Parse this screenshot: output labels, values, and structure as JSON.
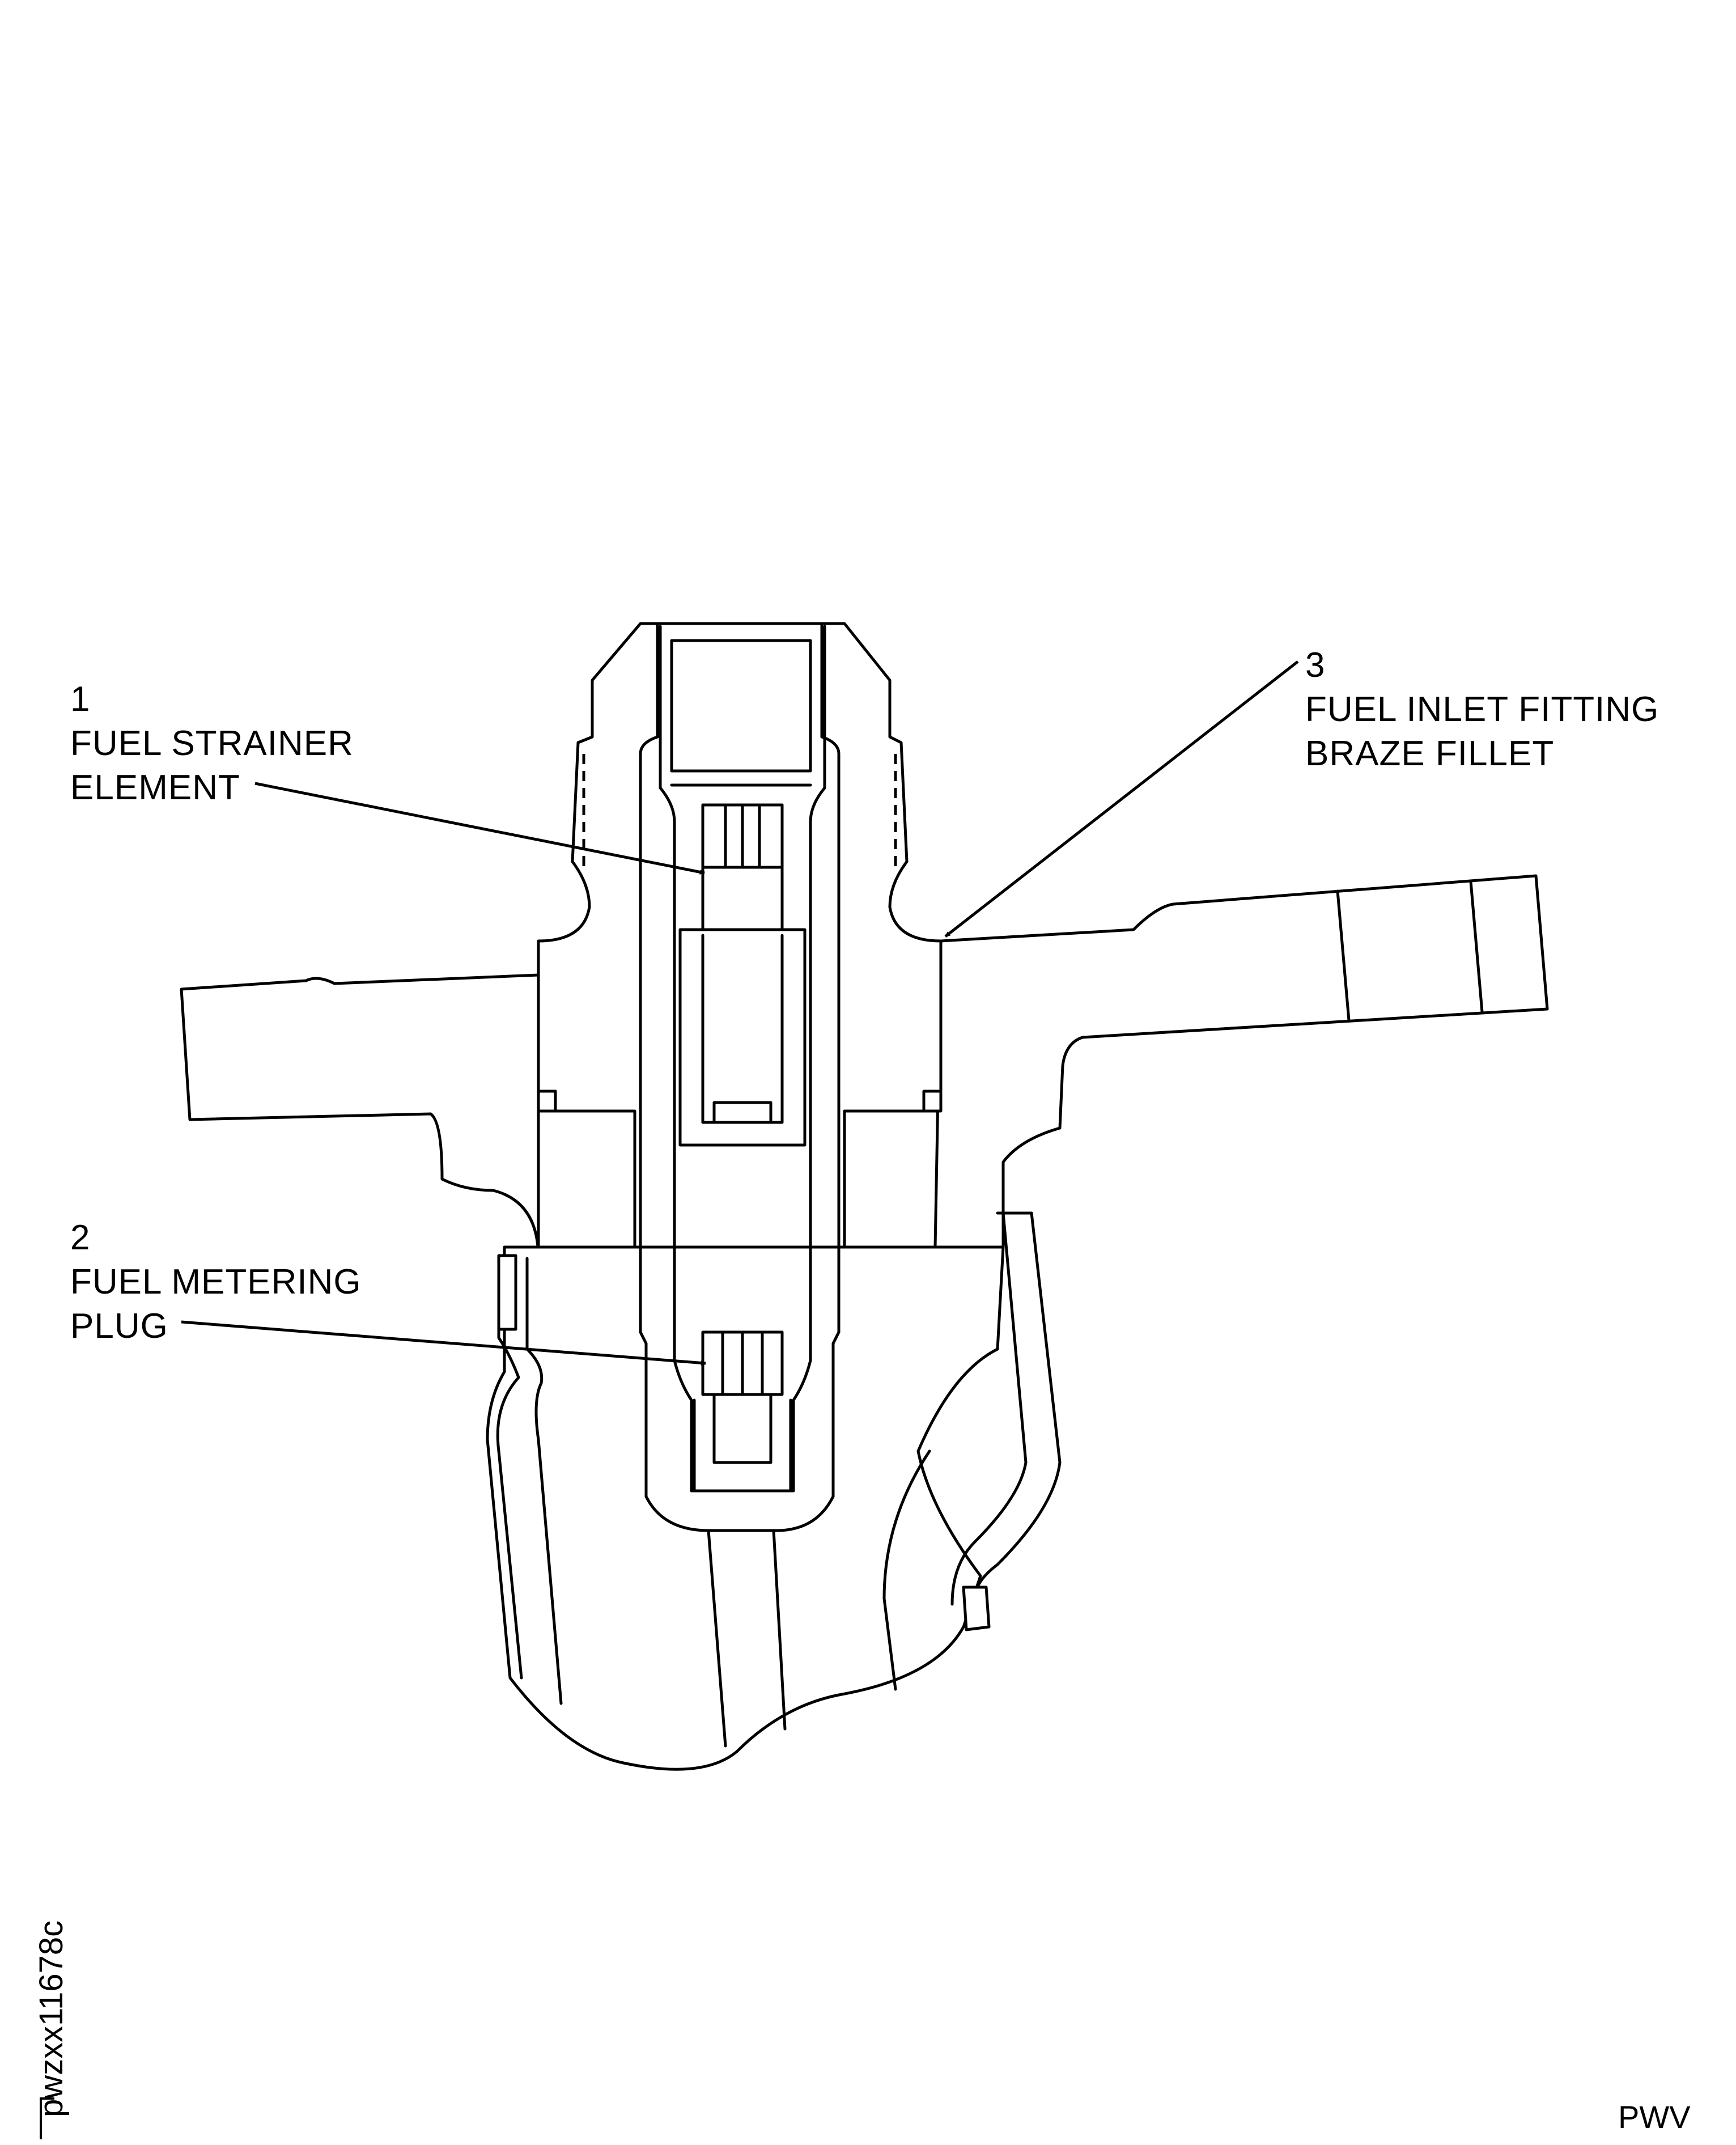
{
  "callouts": [
    {
      "number": "1",
      "lines": [
        "FUEL STRAINER",
        "ELEMENT"
      ]
    },
    {
      "number": "2",
      "lines": [
        "FUEL METERING",
        "PLUG"
      ]
    },
    {
      "number": "3",
      "lines": [
        "FUEL INLET FITTING",
        "BRAZE FILLET"
      ]
    }
  ],
  "figure_id": "pwzxx11678c",
  "source_mark": "PWV",
  "colors": {
    "line": "#000000",
    "background": "#ffffff"
  }
}
